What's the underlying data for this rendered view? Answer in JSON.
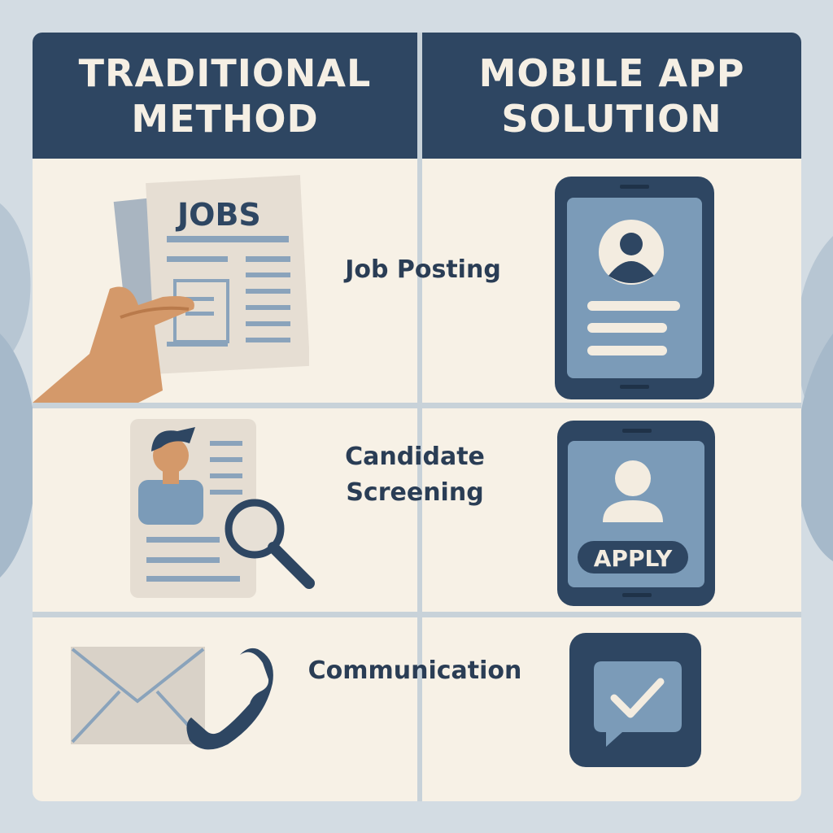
{
  "header": {
    "left_line1": "TRADITIONAL",
    "left_line2": "METHOD",
    "right_line1": "MOBILE APP",
    "right_line2": "SOLUTION"
  },
  "rows": [
    {
      "label": "Job Posting",
      "traditional_icon": "hand-holding-newspaper-icon",
      "newspaper_text": "JOBS",
      "app_icon": "tablet-profile-icon"
    },
    {
      "label_line1": "Candidate",
      "label_line2": "Screening",
      "traditional_icon": "resume-magnifier-icon",
      "app_icon": "tablet-apply-icon",
      "app_button": "APPLY"
    },
    {
      "label": "Communication",
      "traditional_icon": "envelope-phone-icon",
      "app_icon": "chat-check-icon"
    }
  ],
  "colors": {
    "navy": "#2e4662",
    "cream": "#f7f1e6",
    "background": "#d3dce3",
    "steel": "#7b9bb8"
  }
}
